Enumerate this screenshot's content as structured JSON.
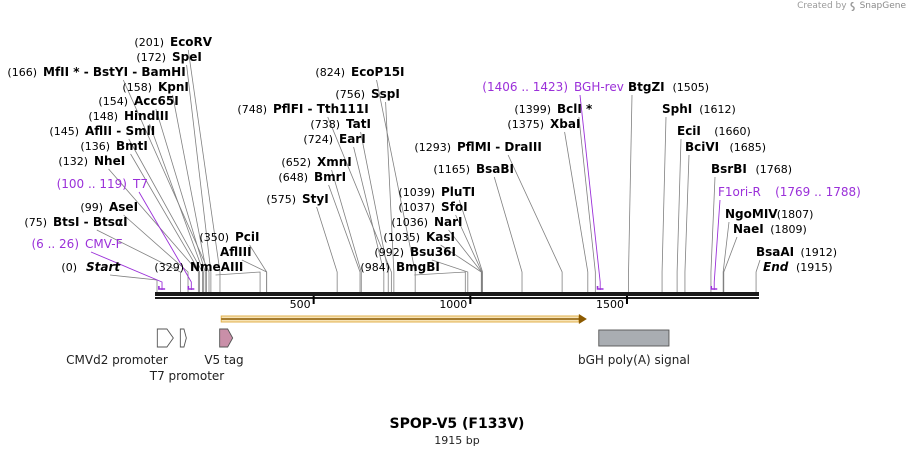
{
  "credit": {
    "prefix": "Created by",
    "brand": "SnapGene"
  },
  "title": "SPOP-V5 (F133V)",
  "length_label": "1915 bp",
  "sequence_length": 1915,
  "ticks": [
    {
      "pos": 500,
      "label": "500"
    },
    {
      "pos": 1000,
      "label": "1000"
    },
    {
      "pos": 1500,
      "label": "1500"
    }
  ],
  "ends": [
    {
      "pos": 0,
      "pos_label": "(0)",
      "name": "Start",
      "side": "left"
    },
    {
      "pos": 1915,
      "pos_label": "(1915)",
      "name": "End",
      "side": "right"
    }
  ],
  "sites": [
    {
      "pos": 201,
      "pos_label": "(201)",
      "name": "EcoRV",
      "side": "right"
    },
    {
      "pos": 172,
      "pos_label": "(172)",
      "name": "SpeI",
      "side": "right"
    },
    {
      "pos": 166,
      "pos_label": "(166)",
      "name": "MfII * - BstYI - BamHI",
      "side": "right"
    },
    {
      "pos": 158,
      "pos_label": "(158)",
      "name": "KpnI",
      "side": "right"
    },
    {
      "pos": 154,
      "pos_label": "(154)",
      "name": "Acc65I",
      "side": "right"
    },
    {
      "pos": 148,
      "pos_label": "(148)",
      "name": "HindIII",
      "side": "right"
    },
    {
      "pos": 145,
      "pos_label": "(145)",
      "name": "AflII - SmlI",
      "side": "right"
    },
    {
      "pos": 136,
      "pos_label": "(136)",
      "name": "BmtI",
      "side": "right"
    },
    {
      "pos": 132,
      "pos_label": "(132)",
      "name": "NheI",
      "side": "right"
    },
    {
      "pos": 99,
      "pos_label": "(99)",
      "name": "AseI",
      "side": "right"
    },
    {
      "pos": 75,
      "pos_label": "(75)",
      "name": "BtsI - BtsαI",
      "side": "right"
    },
    {
      "pos": 329,
      "pos_label": "(329)",
      "name": "NmeAIII",
      "side": "right"
    },
    {
      "pos": 350,
      "pos_label": "(350)",
      "name": "PciI",
      "side": "right"
    },
    {
      "pos": 350,
      "pos_label": "",
      "name": "AflIII",
      "side": "right"
    },
    {
      "pos": 824,
      "pos_label": "(824)",
      "name": "EcoP15I",
      "side": "right"
    },
    {
      "pos": 756,
      "pos_label": "(756)",
      "name": "SspI",
      "side": "right"
    },
    {
      "pos": 748,
      "pos_label": "(748)",
      "name": "PflFI - Tth111I",
      "side": "right"
    },
    {
      "pos": 738,
      "pos_label": "(738)",
      "name": "TatI",
      "side": "right"
    },
    {
      "pos": 724,
      "pos_label": "(724)",
      "name": "EarI",
      "side": "right"
    },
    {
      "pos": 652,
      "pos_label": "(652)",
      "name": "XmnI",
      "side": "right"
    },
    {
      "pos": 648,
      "pos_label": "(648)",
      "name": "BmrI",
      "side": "right"
    },
    {
      "pos": 575,
      "pos_label": "(575)",
      "name": "StyI",
      "side": "right"
    },
    {
      "pos": 1293,
      "pos_label": "(1293)",
      "name": "PflMI - DraIII",
      "side": "right"
    },
    {
      "pos": 1165,
      "pos_label": "(1165)",
      "name": "BsaBI",
      "side": "right"
    },
    {
      "pos": 1039,
      "pos_label": "(1039)",
      "name": "PluTI",
      "side": "right"
    },
    {
      "pos": 1037,
      "pos_label": "(1037)",
      "name": "SfoI",
      "side": "right"
    },
    {
      "pos": 1036,
      "pos_label": "(1036)",
      "name": "NarI",
      "side": "right"
    },
    {
      "pos": 1035,
      "pos_label": "(1035)",
      "name": "KasI",
      "side": "right"
    },
    {
      "pos": 992,
      "pos_label": "(992)",
      "name": "Bsu36I",
      "side": "right"
    },
    {
      "pos": 984,
      "pos_label": "(984)",
      "name": "BmgBI",
      "side": "right"
    },
    {
      "pos": 1399,
      "pos_label": "(1399)",
      "name": "BclI *",
      "side": "right"
    },
    {
      "pos": 1375,
      "pos_label": "(1375)",
      "name": "XbaI",
      "side": "right"
    },
    {
      "pos": 1505,
      "pos_label": "(1505)",
      "name": "BtgZI",
      "side": "left"
    },
    {
      "pos": 1612,
      "pos_label": "(1612)",
      "name": "SphI",
      "side": "left"
    },
    {
      "pos": 1660,
      "pos_label": "(1660)",
      "name": "EciI",
      "side": "left"
    },
    {
      "pos": 1685,
      "pos_label": "(1685)",
      "name": "BciVI",
      "side": "left"
    },
    {
      "pos": 1768,
      "pos_label": "(1768)",
      "name": "BsrBI",
      "side": "left"
    },
    {
      "pos": 1807,
      "pos_label": "(1807)",
      "name": "NgoMIV",
      "side": "left"
    },
    {
      "pos": 1809,
      "pos_label": "(1809)",
      "name": "NaeI",
      "side": "left"
    },
    {
      "pos": 1912,
      "pos_label": "(1912)",
      "name": "BsaAI",
      "side": "left"
    }
  ],
  "primers": [
    {
      "range_label": "(100 .. 119)",
      "name": "T7",
      "start": 100,
      "end": 119,
      "side": "right"
    },
    {
      "range_label": "(6 .. 26)",
      "name": "CMV-F",
      "start": 6,
      "end": 26,
      "side": "right"
    },
    {
      "range_label": "(1406 .. 1423)",
      "name": "BGH-rev",
      "start": 1406,
      "end": 1423,
      "side": "right"
    },
    {
      "range_label": "(1769 .. 1788)",
      "name": "F1ori-R",
      "start": 1769,
      "end": 1788,
      "side": "left"
    }
  ],
  "features": [
    {
      "name": "CMVd2 promoter",
      "type": "promoter",
      "start": 1,
      "end": 50,
      "color": "#ffffff"
    },
    {
      "name": "T7 promoter",
      "type": "promoter",
      "start": 100,
      "end": 119,
      "color": "#ffffff"
    },
    {
      "name": "V5 tag",
      "type": "tag",
      "start": 200,
      "end": 242,
      "color": "#c98fa8"
    },
    {
      "name": "",
      "type": "orf",
      "start": 205,
      "end": 1372,
      "color": "#f2b233"
    },
    {
      "name": "bGH poly(A) signal",
      "type": "polyA",
      "start": 1410,
      "end": 1634,
      "color": "#a9adb2"
    }
  ],
  "colors": {
    "primer": "#9b30d9",
    "backbone": "#1a1a1a",
    "leader": "#808080",
    "orf_fill": "#f7e3b6",
    "orf_line": "#8c5a00"
  }
}
